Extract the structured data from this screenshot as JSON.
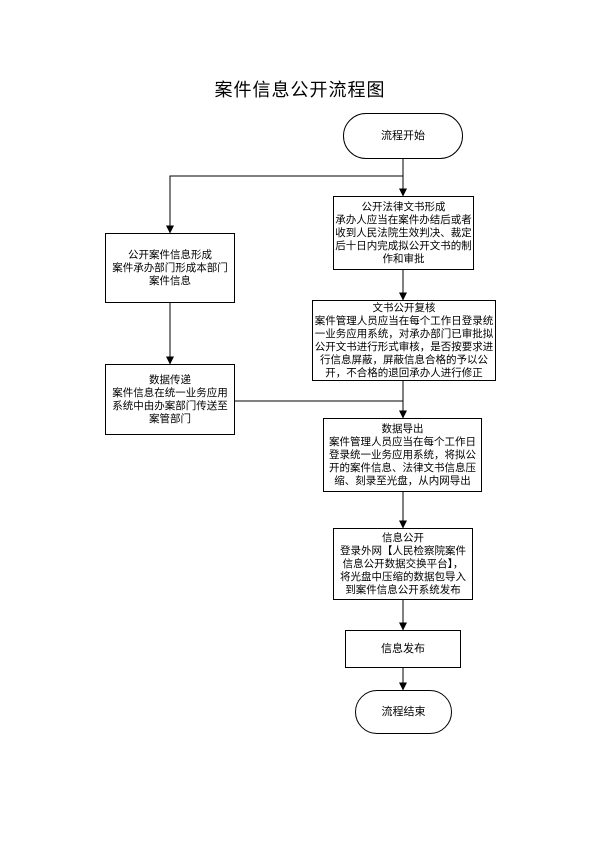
{
  "title": "案件信息公开流程图",
  "nodes": {
    "start": {
      "label": "流程开始"
    },
    "doc_formed": {
      "title": "公开法律文书形成",
      "lines": [
        "承办人应当在案件办结后或者",
        "收到人民法院生效判决、裁定",
        "后十日内完成拟公开文书的制",
        "作和审批"
      ]
    },
    "case_info_formed": {
      "title": "公开案件信息形成",
      "lines": [
        "案件承办部门形成本部门",
        "案件信息"
      ]
    },
    "doc_review": {
      "title": "文书公开复核",
      "lines": [
        "案件管理人员应当在每个工作日登录统",
        "一业务应用系统，对承办部门已审批拟",
        "公开文书进行形式审核，是否按要求进",
        "行信息屏蔽，屏蔽信息合格的予以公",
        "开，不合格的退回承办人进行修正"
      ]
    },
    "data_transfer": {
      "title": "数据传递",
      "lines": [
        "案件信息在统一业务应用",
        "系统中由办案部门传送至",
        "案管部门"
      ]
    },
    "data_export": {
      "title": "数据导出",
      "lines": [
        "案件管理人员应当在每个工作日",
        "登录统一业务应用系统，将拟公",
        "开的案件信息、法律文书信息压",
        "缩、刻录至光盘，从内网导出"
      ]
    },
    "info_public": {
      "title": "信息公开",
      "lines": [
        "登录外网【人民检察院案件",
        "信息公开数据交换平台】，",
        "将光盘中压缩的数据包导入",
        "到案件信息公开系统发布"
      ]
    },
    "info_release": {
      "label": "信息发布"
    },
    "end": {
      "label": "流程结束"
    }
  }
}
